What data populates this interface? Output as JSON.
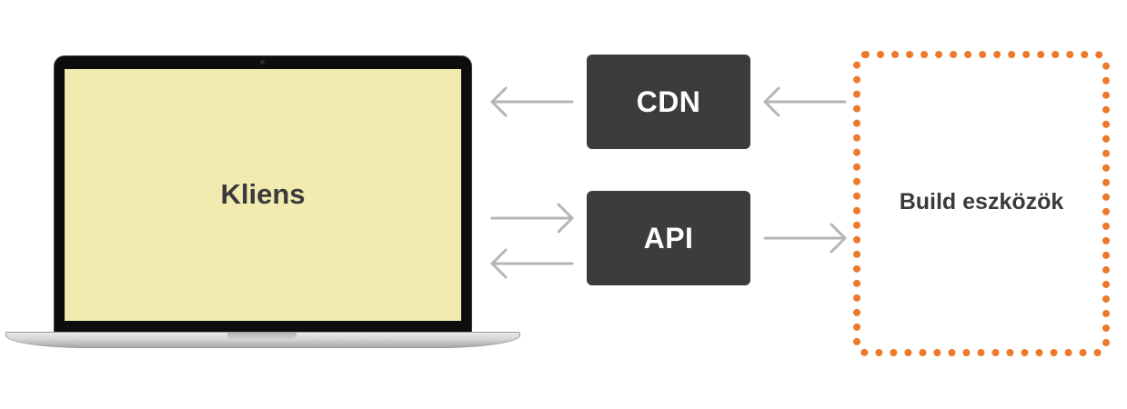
{
  "diagram": {
    "client": {
      "label": "Kliens"
    },
    "cdn": {
      "label": "CDN"
    },
    "api": {
      "label": "API"
    },
    "build_tools": {
      "label": "Build eszközök"
    }
  },
  "colors": {
    "screen": "#f1ebb0",
    "server_box": "#3c3c3c",
    "build_border": "#ec7a2a",
    "arrow": "#b5b5b5",
    "text_dark": "#3a3a3a"
  },
  "icons": {
    "client": "laptop-icon"
  }
}
